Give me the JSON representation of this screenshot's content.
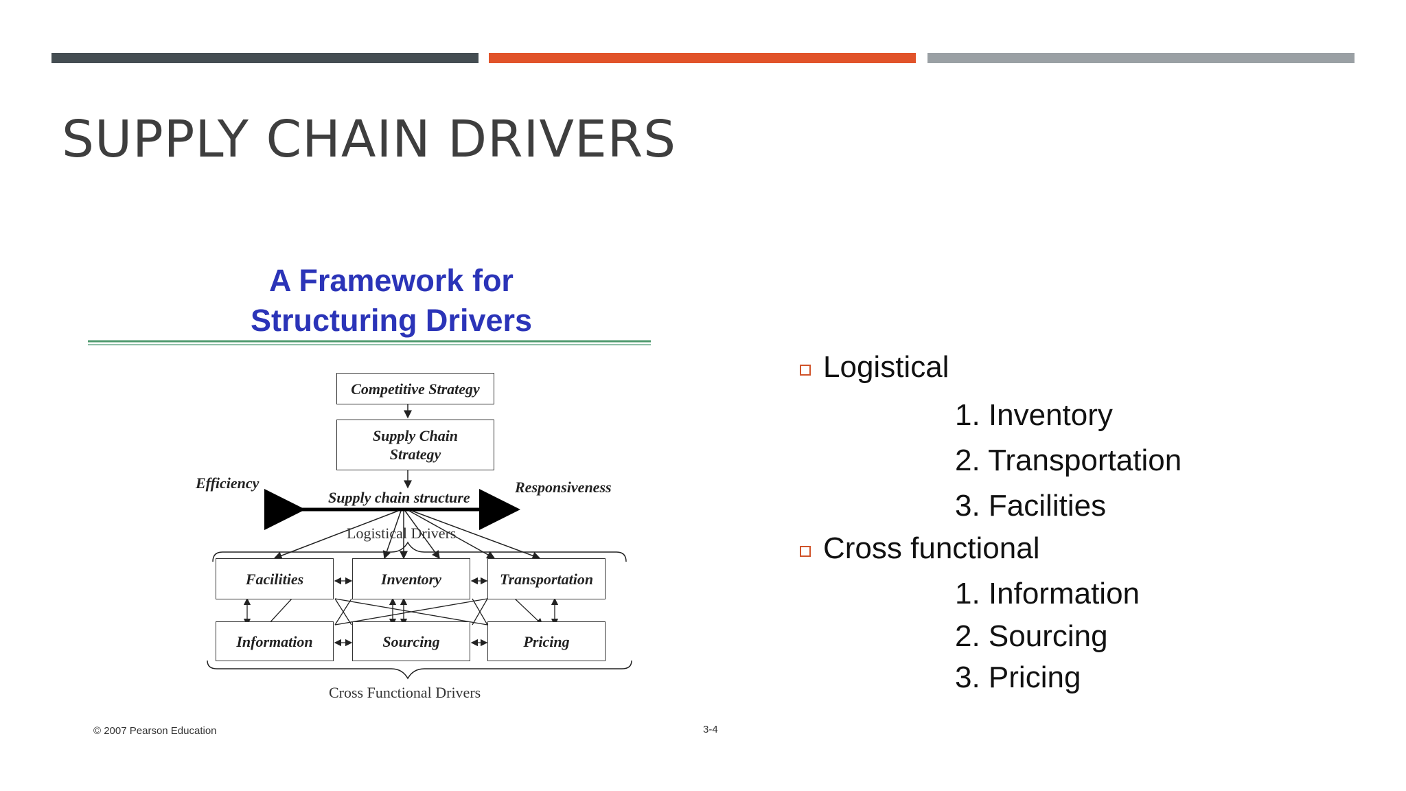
{
  "slide": {
    "title": "SUPPLY CHAIN DRIVERS",
    "accent_colors": [
      "#444d52",
      "#e1532a",
      "#9aa0a4"
    ]
  },
  "figure": {
    "title_line1": "A Framework for",
    "title_line2": "Structuring Drivers",
    "title_color": "#2b34b8",
    "boxes": {
      "competitive_strategy": "Competitive Strategy",
      "supply_chain_strategy": "Supply Chain Strategy",
      "facilities": "Facilities",
      "inventory": "Inventory",
      "transportation": "Transportation",
      "information": "Information",
      "sourcing": "Sourcing",
      "pricing": "Pricing"
    },
    "labels": {
      "efficiency": "Efficiency",
      "responsiveness": "Responsiveness",
      "supply_chain_structure": "Supply chain structure",
      "logistical_drivers": "Logistical Drivers",
      "cross_functional_drivers": "Cross Functional Drivers"
    },
    "footer": {
      "copyright": "© 2007 Pearson Education",
      "page": "3-4"
    }
  },
  "bullets": [
    {
      "label": "Logistical",
      "items": [
        "1. Inventory",
        "2. Transportation",
        "3. Facilities"
      ]
    },
    {
      "label": "Cross functional",
      "items": [
        "1. Information",
        "2. Sourcing",
        "3. Pricing"
      ]
    }
  ]
}
